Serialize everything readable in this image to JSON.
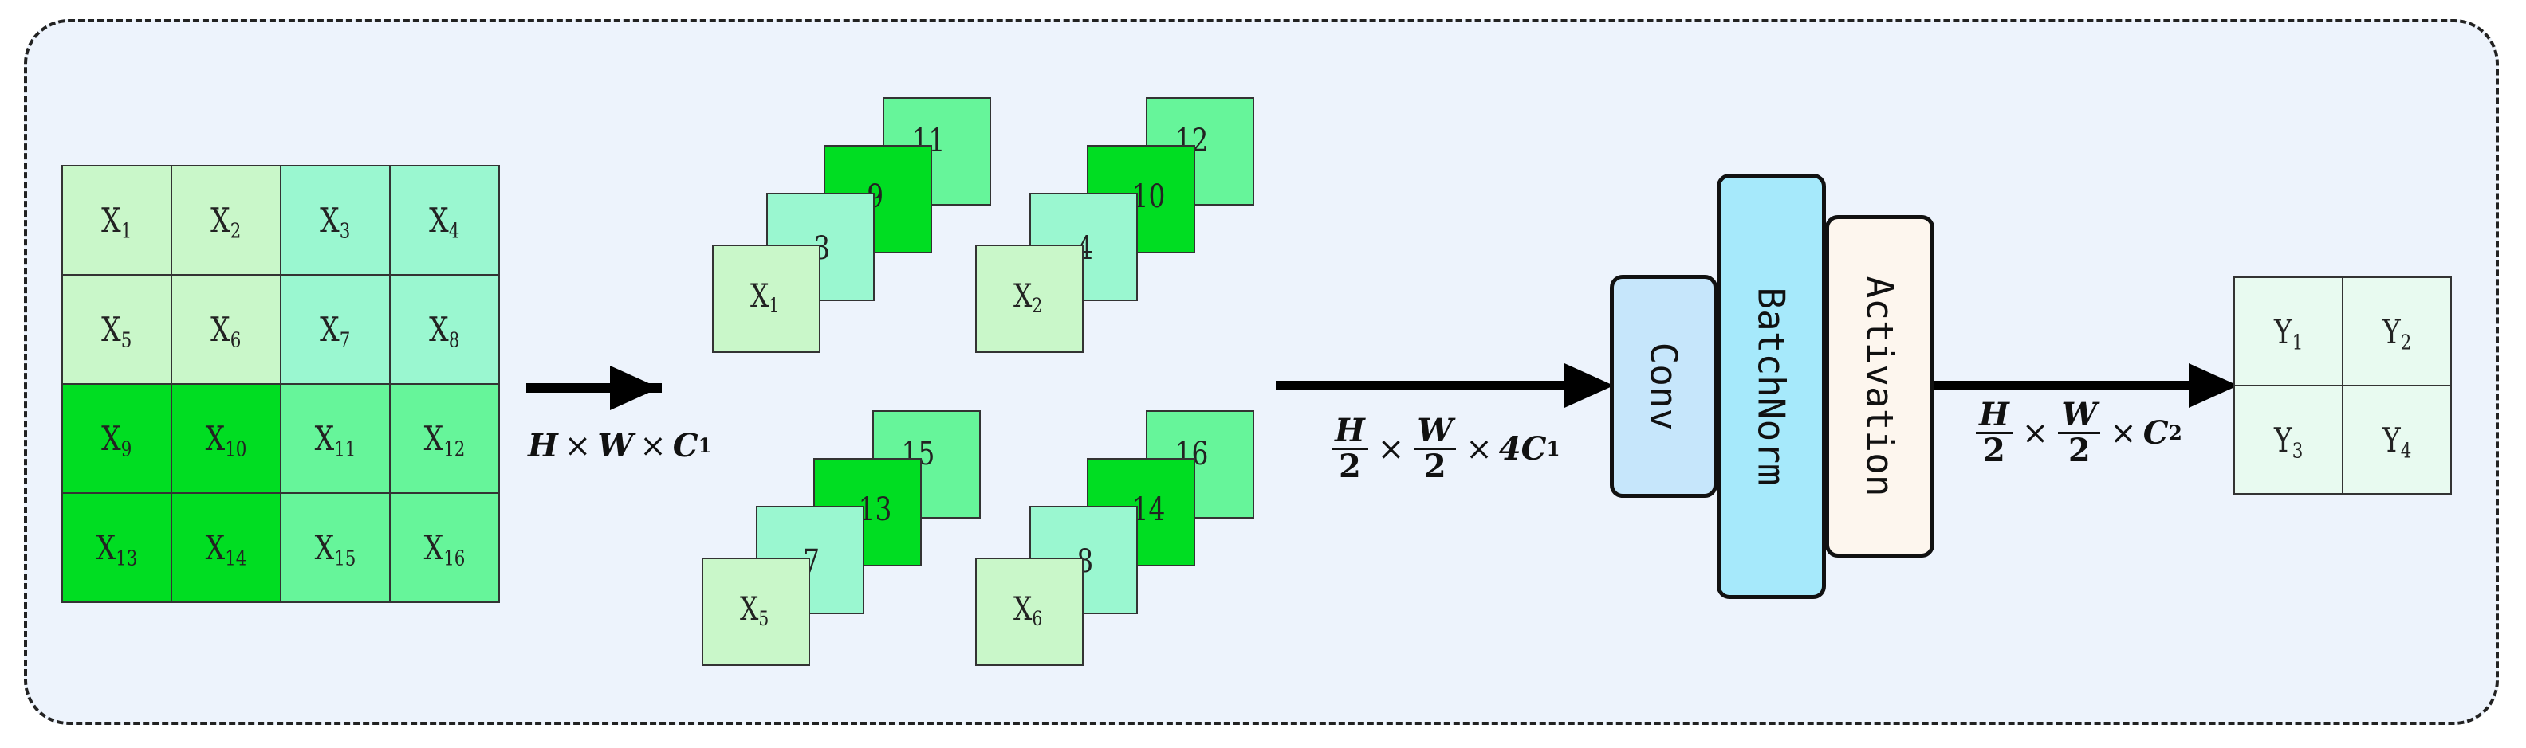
{
  "input_grid": [
    {
      "base": "X",
      "sub": "1",
      "tone": "light"
    },
    {
      "base": "X",
      "sub": "2",
      "tone": "light"
    },
    {
      "base": "X",
      "sub": "3",
      "tone": "mint"
    },
    {
      "base": "X",
      "sub": "4",
      "tone": "mint"
    },
    {
      "base": "X",
      "sub": "5",
      "tone": "light"
    },
    {
      "base": "X",
      "sub": "6",
      "tone": "light"
    },
    {
      "base": "X",
      "sub": "7",
      "tone": "mint"
    },
    {
      "base": "X",
      "sub": "8",
      "tone": "mint"
    },
    {
      "base": "X",
      "sub": "9",
      "tone": "green"
    },
    {
      "base": "X",
      "sub": "10",
      "tone": "green"
    },
    {
      "base": "X",
      "sub": "11",
      "tone": "mid"
    },
    {
      "base": "X",
      "sub": "12",
      "tone": "mid"
    },
    {
      "base": "X",
      "sub": "13",
      "tone": "green"
    },
    {
      "base": "X",
      "sub": "14",
      "tone": "green"
    },
    {
      "base": "X",
      "sub": "15",
      "tone": "mid"
    },
    {
      "base": "X",
      "sub": "16",
      "tone": "mid"
    }
  ],
  "input_dim": {
    "h": "H",
    "times": "×",
    "w": "W",
    "c": "C",
    "c_sub": "1"
  },
  "stacks": [
    {
      "layers": [
        {
          "text": "11",
          "tone": "mid"
        },
        {
          "text": "9",
          "tone": "green"
        },
        {
          "text": "3",
          "tone": "mint"
        },
        {
          "text": "X",
          "sub": "1",
          "tone": "light"
        }
      ]
    },
    {
      "layers": [
        {
          "text": "12",
          "tone": "mid"
        },
        {
          "text": "10",
          "tone": "green"
        },
        {
          "text": "4",
          "tone": "mint"
        },
        {
          "text": "X",
          "sub": "2",
          "tone": "light"
        }
      ]
    },
    {
      "layers": [
        {
          "text": "15",
          "tone": "mid"
        },
        {
          "text": "13",
          "tone": "green"
        },
        {
          "text": "7",
          "tone": "mint"
        },
        {
          "text": "X",
          "sub": "5",
          "tone": "light"
        }
      ]
    },
    {
      "layers": [
        {
          "text": "16",
          "tone": "mid"
        },
        {
          "text": "14",
          "tone": "green"
        },
        {
          "text": "8",
          "tone": "mint"
        },
        {
          "text": "X",
          "sub": "6",
          "tone": "light"
        }
      ]
    }
  ],
  "stack_dim": {
    "h": "H",
    "two": "2",
    "times": "×",
    "w": "W",
    "four_c": "4C",
    "c_sub": "1"
  },
  "blocks": {
    "conv": "Conv",
    "batchnorm": "BatchNorm",
    "activation": "Activation"
  },
  "output_dim": {
    "h": "H",
    "two": "2",
    "times": "×",
    "w": "W",
    "c": "C",
    "c_sub": "2"
  },
  "output_grid": [
    {
      "base": "Y",
      "sub": "1"
    },
    {
      "base": "Y",
      "sub": "2"
    },
    {
      "base": "Y",
      "sub": "3"
    },
    {
      "base": "Y",
      "sub": "4"
    }
  ],
  "colors": {
    "light": "#c9f7c9",
    "mint": "#9af7d0",
    "green": "#00dd22",
    "mid": "#66f59a",
    "conv": "#c6e6fb",
    "batchnorm": "#a6e9fb",
    "activation": "#fdf6ee",
    "output": "#e8faf0"
  }
}
